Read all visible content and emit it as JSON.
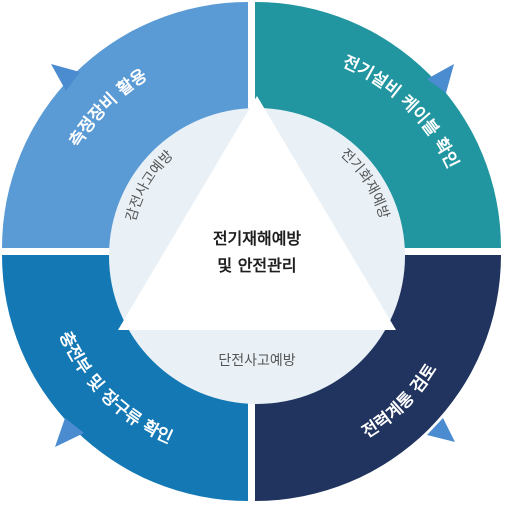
{
  "center": {
    "line1": "전기재해예방",
    "line2": "및 안전관리"
  },
  "quadrants": [
    {
      "label": "측정장비 활용",
      "color": "#5b9bd5"
    },
    {
      "label": "전기설비 케이블 확인",
      "color": "#2196a0"
    },
    {
      "label": "충전부 및 장구류 확인",
      "color": "#1478b4"
    },
    {
      "label": "전력계통 검토",
      "color": "#21345f"
    }
  ],
  "triangle_sides": [
    {
      "label": "감전사고예방"
    },
    {
      "label": "전기화재예방"
    },
    {
      "label": "단전사고예방"
    }
  ],
  "colors": {
    "inner_circle": "#e9f1f7",
    "triangle": "#ffffff",
    "arrow": "#4a8ccf"
  }
}
